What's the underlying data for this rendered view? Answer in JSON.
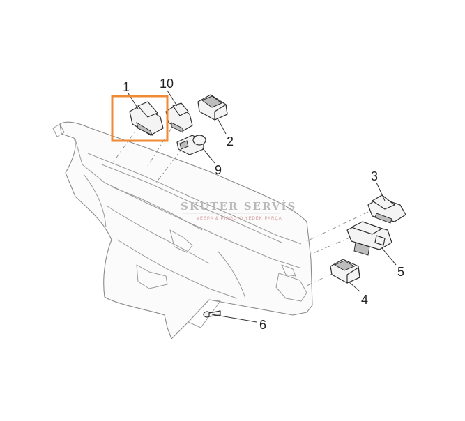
{
  "diagram": {
    "highlight_color": "#f08a36",
    "callouts": [
      {
        "id": "1",
        "label": "1"
      },
      {
        "id": "10",
        "label": "10"
      },
      {
        "id": "2",
        "label": "2"
      },
      {
        "id": "9",
        "label": "9"
      },
      {
        "id": "3",
        "label": "3"
      },
      {
        "id": "5",
        "label": "5"
      },
      {
        "id": "4",
        "label": "4"
      },
      {
        "id": "6",
        "label": "6"
      }
    ],
    "watermark": {
      "title": "SKUTER SERVİS",
      "subtitle": "VESPA & PİAGGİO YEDEK PARÇA"
    }
  }
}
